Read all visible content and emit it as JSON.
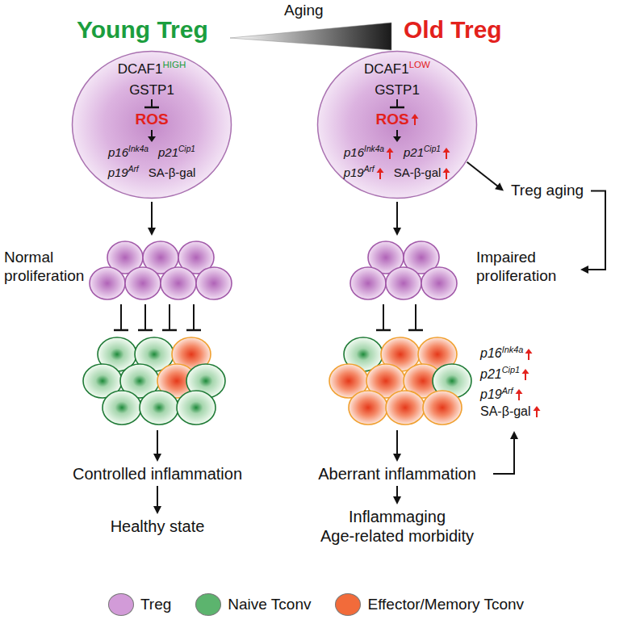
{
  "diagram": {
    "nodes": [
      {
        "text": [
          "DCAF1",
          "HIGH",
          "GSTP1",
          "ROS",
          "p16",
          "Ink4a",
          "p21",
          "Cip1",
          "p19",
          "Arf",
          "SA-β-gal"
        ]
      },
      {
        "text": [
          "DCAF1",
          "LOW",
          "GSTP1",
          "ROS",
          "p16",
          "Ink4a",
          "p21",
          "Cip1",
          "p19",
          "Arf",
          "SA-β-gal"
        ]
      },
      {
        "text": [
          "Treg aging"
        ]
      },
      {
        "text": [
          "Normal proliferation"
        ]
      },
      {
        "text": [
          "Impaired proliferation"
        ]
      },
      {
        "text": []
      },
      {
        "text": [
          "p16",
          "Ink4a",
          "p21",
          "Cip1",
          "p19",
          "Arf",
          "SA-β-gal"
        ]
      },
      {
        "text": [
          "Controlled inflammation"
        ]
      },
      {
        "text": [
          "Aberrant inflammation"
        ]
      },
      {
        "text": [
          "Healthy state"
        ]
      },
      {
        "text": [
          "Inflammaging",
          "Age-related morbidity"
        ]
      }
    ],
    "edges": [
      {
        "from": 0,
        "to": 3,
        "arrow": "to"
      },
      {
        "from": 1,
        "to": 4,
        "arrow": "to"
      },
      {
        "from": 1,
        "to": 2,
        "arrow": "to"
      },
      {
        "from": 2,
        "to": 4,
        "arrow": "to"
      },
      {
        "from": 3,
        "to": 5,
        "arrow": "to"
      },
      {
        "from": 4,
        "to": 6,
        "arrow": "to"
      },
      {
        "from": 5,
        "to": 7,
        "arrow": "to"
      },
      {
        "from": 6,
        "to": 8,
        "arrow": "to"
      },
      {
        "from": 7,
        "to": 9,
        "arrow": "to"
      },
      {
        "from": 8,
        "to": 10,
        "arrow": "to"
      },
      {
        "from": 8,
        "to": 6,
        "arrow": "to"
      }
    ],
    "labels": [
      "Young Treg",
      "Aging",
      "Old Treg"
    ],
    "legend": [
      {
        "text": "Treg",
        "color": "#d29bd8"
      },
      {
        "text": "Naive Tconv",
        "color": "#5cb46e"
      },
      {
        "text": "Effector/Memory Tconv",
        "color": "#f26b3a"
      }
    ]
  }
}
